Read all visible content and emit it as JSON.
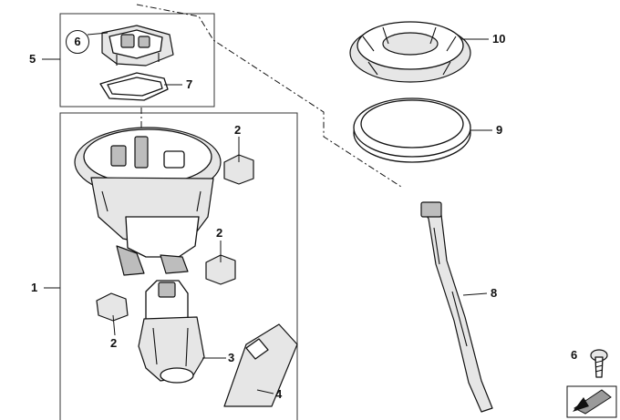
{
  "callouts": {
    "c1": "1",
    "c2a": "2",
    "c2b": "2",
    "c2c": "2",
    "c3": "3",
    "c4": "4",
    "c5": "5",
    "c6_circled": "6",
    "c6_legend": "6",
    "c7": "7",
    "c8": "8",
    "c9": "9",
    "c10": "10"
  }
}
